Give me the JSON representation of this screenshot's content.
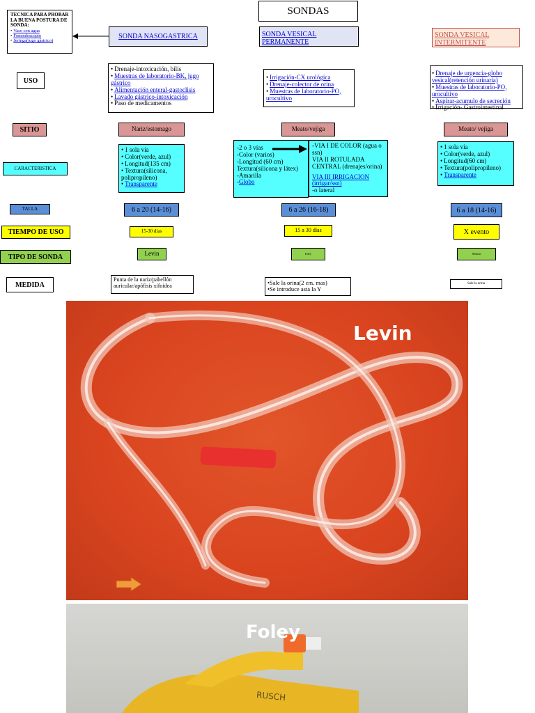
{
  "title": "SONDAS",
  "tecnica": {
    "heading": "TECNICA PARA PROBAR LA BUENA POSTURA DE SONDA:",
    "items": [
      "Vaso con agua",
      "Fonendoscopio",
      "Jeringa(jugo gástrico)"
    ]
  },
  "columns": {
    "nasogastrica": "SONDA NASOGASTRICA",
    "vesical_permanente": "SONDA VESICAL PERMANENTE",
    "vesical_intermitente": "SONDA VESICAL INTERMITENTE"
  },
  "row_labels": {
    "uso": "USO",
    "sitio": "SITIO",
    "caracteristica": "CARACTERISTICA",
    "talla": "TALLA",
    "tiempo": "TIEMPO DE USO",
    "tipo": "TIPO DE SONDA",
    "medida": "MEDIDA"
  },
  "uso": {
    "nasogastrica": [
      "Drenaje-intoxicación, bilis",
      "Muestras de laboratorio-BK, jugo gástrico",
      "Alimentación enteral-gastoclisis",
      "Lavado gástrico-intoxicación",
      "Paso de medicamentos"
    ],
    "vesical_permanente": [
      "Irrigación-CX urológica",
      "Drenaje-colector de orina",
      "Muestras de laboratorio-PO, urocultivo"
    ],
    "vesical_intermitente": [
      "Drenaje de urgencia-globo vesical(retención urinaria)",
      "Muestras de laboratorio-PO, urocultivo",
      "Aspirar-acumulo de secreción",
      "Irrigación- Gastrointestinal"
    ]
  },
  "sitio": {
    "nasogastrica": "Nariz/estomago",
    "vesical_permanente": "Meato/vejiga",
    "vesical_intermitente": "Meato/ vejiga"
  },
  "caracteristica": {
    "nasogastrica": [
      "1 sola vía",
      "Color(verde, azul)",
      "Longitud(135 cm)",
      "Textura(silicona, polipropileno)",
      "Transparente"
    ],
    "vesical_permanente_left": [
      "2 o 3 vías",
      "Color (varios)",
      "Longitud (60 cm)",
      "Textura(silicona y látex)",
      "Amarilla",
      "Globo"
    ],
    "vesical_permanente_right": [
      "VIA I DE COLOR (agua o ssn)",
      "VIA II ROTULADA CENTRAL (drenajes/orina)",
      "VIA III IRRIGACION (irrigar/ssn)",
      "o lateral"
    ],
    "vesical_intermitente": [
      "1 sola vía",
      "Color(verde, azul)",
      "Longitud(60 cm)",
      "Textura(polipropileno)",
      "Transparente"
    ]
  },
  "talla": {
    "nasogastrica": "6 a 20 (14-16)",
    "vesical_permanente": "6 a 26 (16-18)",
    "vesical_intermitente": "6 a 18 (14-16)"
  },
  "tiempo": {
    "nasogastrica": "15-30 días",
    "vesical_permanente": "15 a 30 días",
    "vesical_intermitente": "X evento"
  },
  "tipo": {
    "nasogastrica": "Levin",
    "vesical_permanente": "Foley",
    "vesical_intermitente": "Nelaton"
  },
  "medida": {
    "nasogastrica": "Punta de la nariz/pabellón auricular/apófisis xifoidea",
    "vesical_permanente": [
      "Sale la orina(2 cm. mas)",
      "Se introduce asta la Y"
    ],
    "vesical_intermitente": "Sale la orina"
  },
  "photos": {
    "levin": "Levin",
    "foley": "Foley",
    "foley_brand": "RUSCH"
  },
  "colors": {
    "cyan": "#55ffff",
    "pink": "#d99694",
    "lavender": "#e0e4f5",
    "blue": "#5a8fd8",
    "yellow": "#ffff00",
    "green": "#92d050",
    "link": "#0000cc",
    "photo_bg": "#d9441f"
  }
}
